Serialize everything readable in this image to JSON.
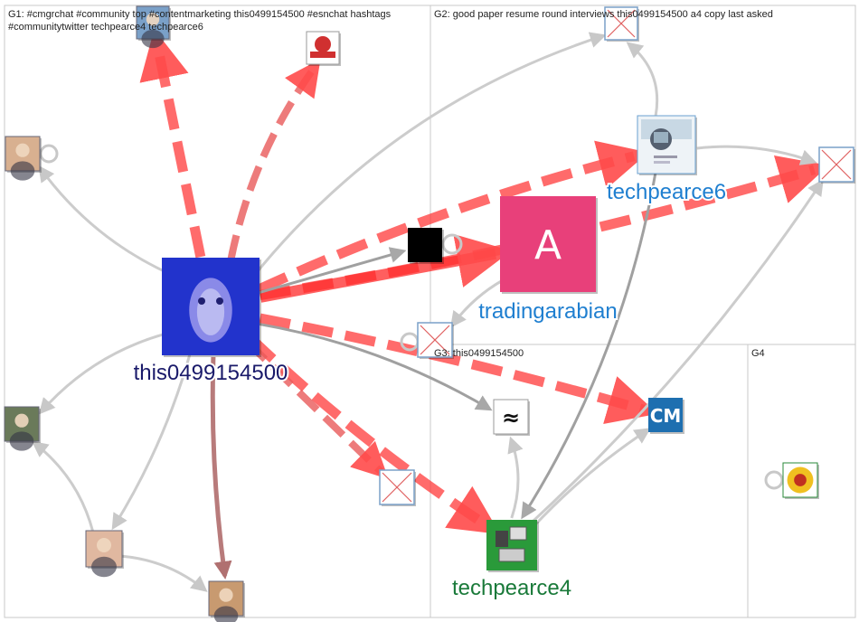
{
  "groups": [
    {
      "id": "G1",
      "label": "G1: #cmgrchat #community top #contentmarketing this0499154500 #esnchat hashtags",
      "label2": "#communitytwitter techpearce4 techpearce6"
    },
    {
      "id": "G2",
      "label": "G2: good paper resume round interviews this0499154500 a4 copy last asked",
      "label2": ""
    },
    {
      "id": "G3",
      "label": "G3: this0499154500",
      "label2": ""
    },
    {
      "id": "G4",
      "label": "G4",
      "label2": ""
    }
  ],
  "nodes": [
    {
      "id": "this0499154500",
      "label": "this0499154500",
      "type": "avatar-masked-face",
      "color": "#2233cc"
    },
    {
      "id": "tradingarabian",
      "label": "tradingarabian",
      "type": "avatar-letter",
      "letter": "A",
      "color": "#e8407a"
    },
    {
      "id": "techpearce6",
      "label": "techpearce6",
      "type": "avatar-profile-card",
      "color": "#dde8f0"
    },
    {
      "id": "techpearce4",
      "label": "techpearce4",
      "type": "avatar-gadgets",
      "color": "#2a9a3a"
    },
    {
      "id": "cm-logo",
      "label": "",
      "type": "avatar-logo-cm",
      "color": "#1e6fb0"
    },
    {
      "id": "approx-logo",
      "label": "",
      "type": "avatar-approx-symbol",
      "color": "#ffffff"
    },
    {
      "id": "black-square",
      "label": "",
      "type": "avatar-black",
      "color": "#000000"
    },
    {
      "id": "community-badge",
      "label": "",
      "type": "avatar-community-badge",
      "color": "#d03030"
    },
    {
      "id": "missing-g2-top",
      "label": "",
      "type": "avatar-missing",
      "color": "#e06060"
    },
    {
      "id": "missing-g2-right",
      "label": "",
      "type": "avatar-missing",
      "color": "#e06060"
    },
    {
      "id": "missing-mid",
      "label": "",
      "type": "avatar-missing",
      "color": "#e06060"
    },
    {
      "id": "missing-g3",
      "label": "",
      "type": "avatar-missing",
      "color": "#e06060"
    },
    {
      "id": "top-photo",
      "label": "",
      "type": "avatar-photo",
      "color": "#7aa0c8"
    },
    {
      "id": "woman-left",
      "label": "",
      "type": "avatar-photo",
      "color": "#d8b090"
    },
    {
      "id": "person-left",
      "label": "",
      "type": "avatar-photo",
      "color": "#6a7a5a"
    },
    {
      "id": "woman-bottom",
      "label": "",
      "type": "avatar-photo",
      "color": "#e0b8a0"
    },
    {
      "id": "man-bottom",
      "label": "",
      "type": "avatar-photo",
      "color": "#c89a70"
    },
    {
      "id": "g4-logo",
      "label": "",
      "type": "avatar-yellow-emblem",
      "color": "#f0c020"
    }
  ],
  "edges": [
    {
      "from": "this0499154500",
      "to": "top-photo",
      "style": "red-dashed-heavy"
    },
    {
      "from": "this0499154500",
      "to": "community-badge",
      "style": "red-dashed"
    },
    {
      "from": "this0499154500",
      "to": "techpearce6",
      "style": "red-dashed-heavy"
    },
    {
      "from": "this0499154500",
      "to": "missing-g2-right",
      "style": "red-dashed-heavy"
    },
    {
      "from": "this0499154500",
      "to": "tradingarabian",
      "style": "red-heavy"
    },
    {
      "from": "this0499154500",
      "to": "black-square",
      "style": "gray"
    },
    {
      "from": "this0499154500",
      "to": "cm-logo",
      "style": "red-dashed-heavy"
    },
    {
      "from": "this0499154500",
      "to": "techpearce4",
      "style": "red-dashed-heavy"
    },
    {
      "from": "this0499154500",
      "to": "missing-g3",
      "style": "red-dashed"
    },
    {
      "from": "this0499154500",
      "to": "approx-logo",
      "style": "gray"
    },
    {
      "from": "this0499154500",
      "to": "man-bottom",
      "style": "brown"
    },
    {
      "from": "this0499154500",
      "to": "missing-g2-top",
      "style": "gray-light"
    },
    {
      "from": "this0499154500",
      "to": "woman-left",
      "style": "gray-light"
    },
    {
      "from": "this0499154500",
      "to": "person-left",
      "style": "gray-light"
    },
    {
      "from": "this0499154500",
      "to": "woman-bottom",
      "style": "gray-light"
    },
    {
      "from": "techpearce6",
      "to": "missing-g2-top",
      "style": "gray-light"
    },
    {
      "from": "techpearce6",
      "to": "missing-g2-right",
      "style": "gray-light"
    },
    {
      "from": "techpearce6",
      "to": "techpearce4",
      "style": "gray"
    },
    {
      "from": "tradingarabian",
      "to": "missing-mid",
      "style": "gray-light"
    },
    {
      "from": "techpearce4",
      "to": "approx-logo",
      "style": "gray-light"
    },
    {
      "from": "techpearce4",
      "to": "cm-logo",
      "style": "gray-light"
    },
    {
      "from": "techpearce4",
      "to": "missing-g2-right",
      "style": "gray-light"
    },
    {
      "from": "woman-bottom",
      "to": "man-bottom",
      "style": "gray-light"
    },
    {
      "from": "woman-bottom",
      "to": "person-left",
      "style": "gray-light"
    }
  ]
}
